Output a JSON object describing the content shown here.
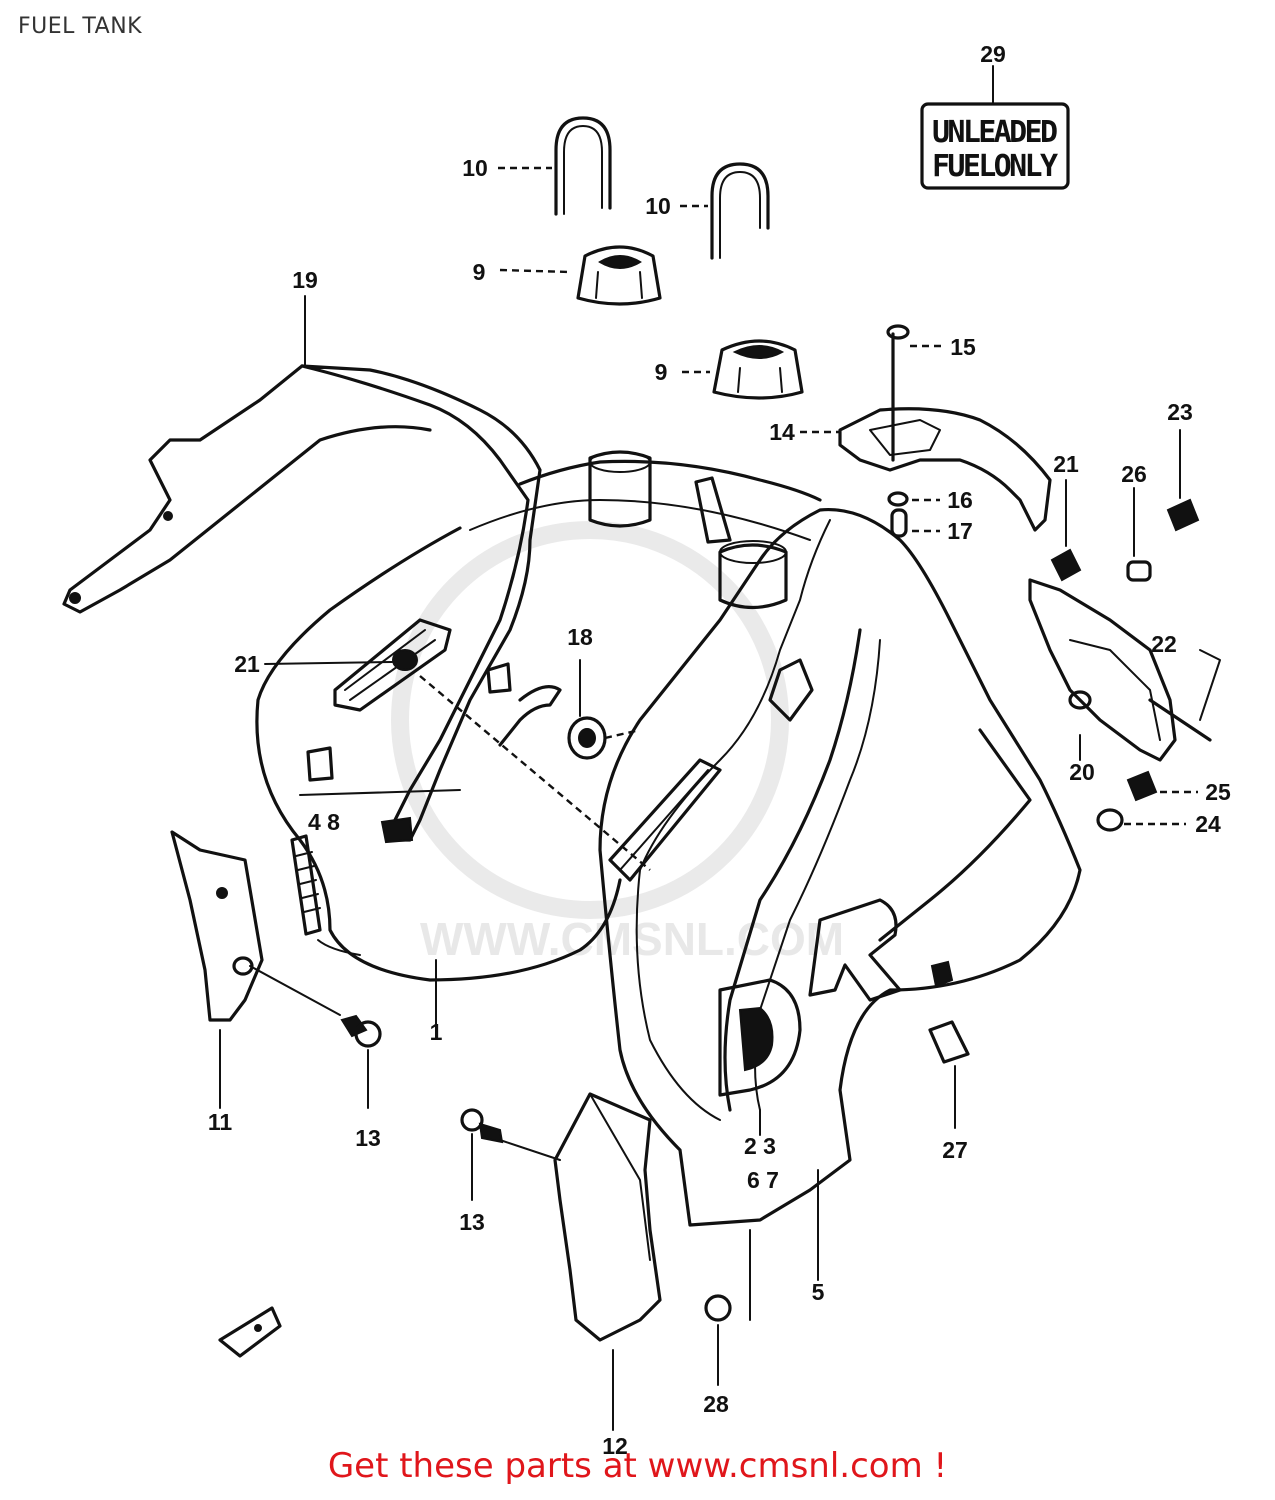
{
  "title": "FUEL TANK",
  "decal": {
    "line1": "UNLEADED",
    "line2": "FUELONLY"
  },
  "watermark": "WWW.CMSNL.COM",
  "footer": {
    "text": "Get these parts at www.cmsnl.com !",
    "color": "#e0161b"
  },
  "callouts": {
    "c1": "1",
    "c2_3": "2 3",
    "c4_8": "4 8",
    "c5": "5",
    "c6_7": "6 7",
    "c9a": "9",
    "c9b": "9",
    "c10a": "10",
    "c10b": "10",
    "c11": "11",
    "c12": "12",
    "c13a": "13",
    "c13b": "13",
    "c14": "14",
    "c15": "15",
    "c16": "16",
    "c17": "17",
    "c18": "18",
    "c19": "19",
    "c20": "20",
    "c21a": "21",
    "c21b": "21",
    "c22": "22",
    "c23": "23",
    "c24": "24",
    "c25": "25",
    "c26": "26",
    "c27": "27",
    "c28": "28",
    "c29": "29"
  }
}
